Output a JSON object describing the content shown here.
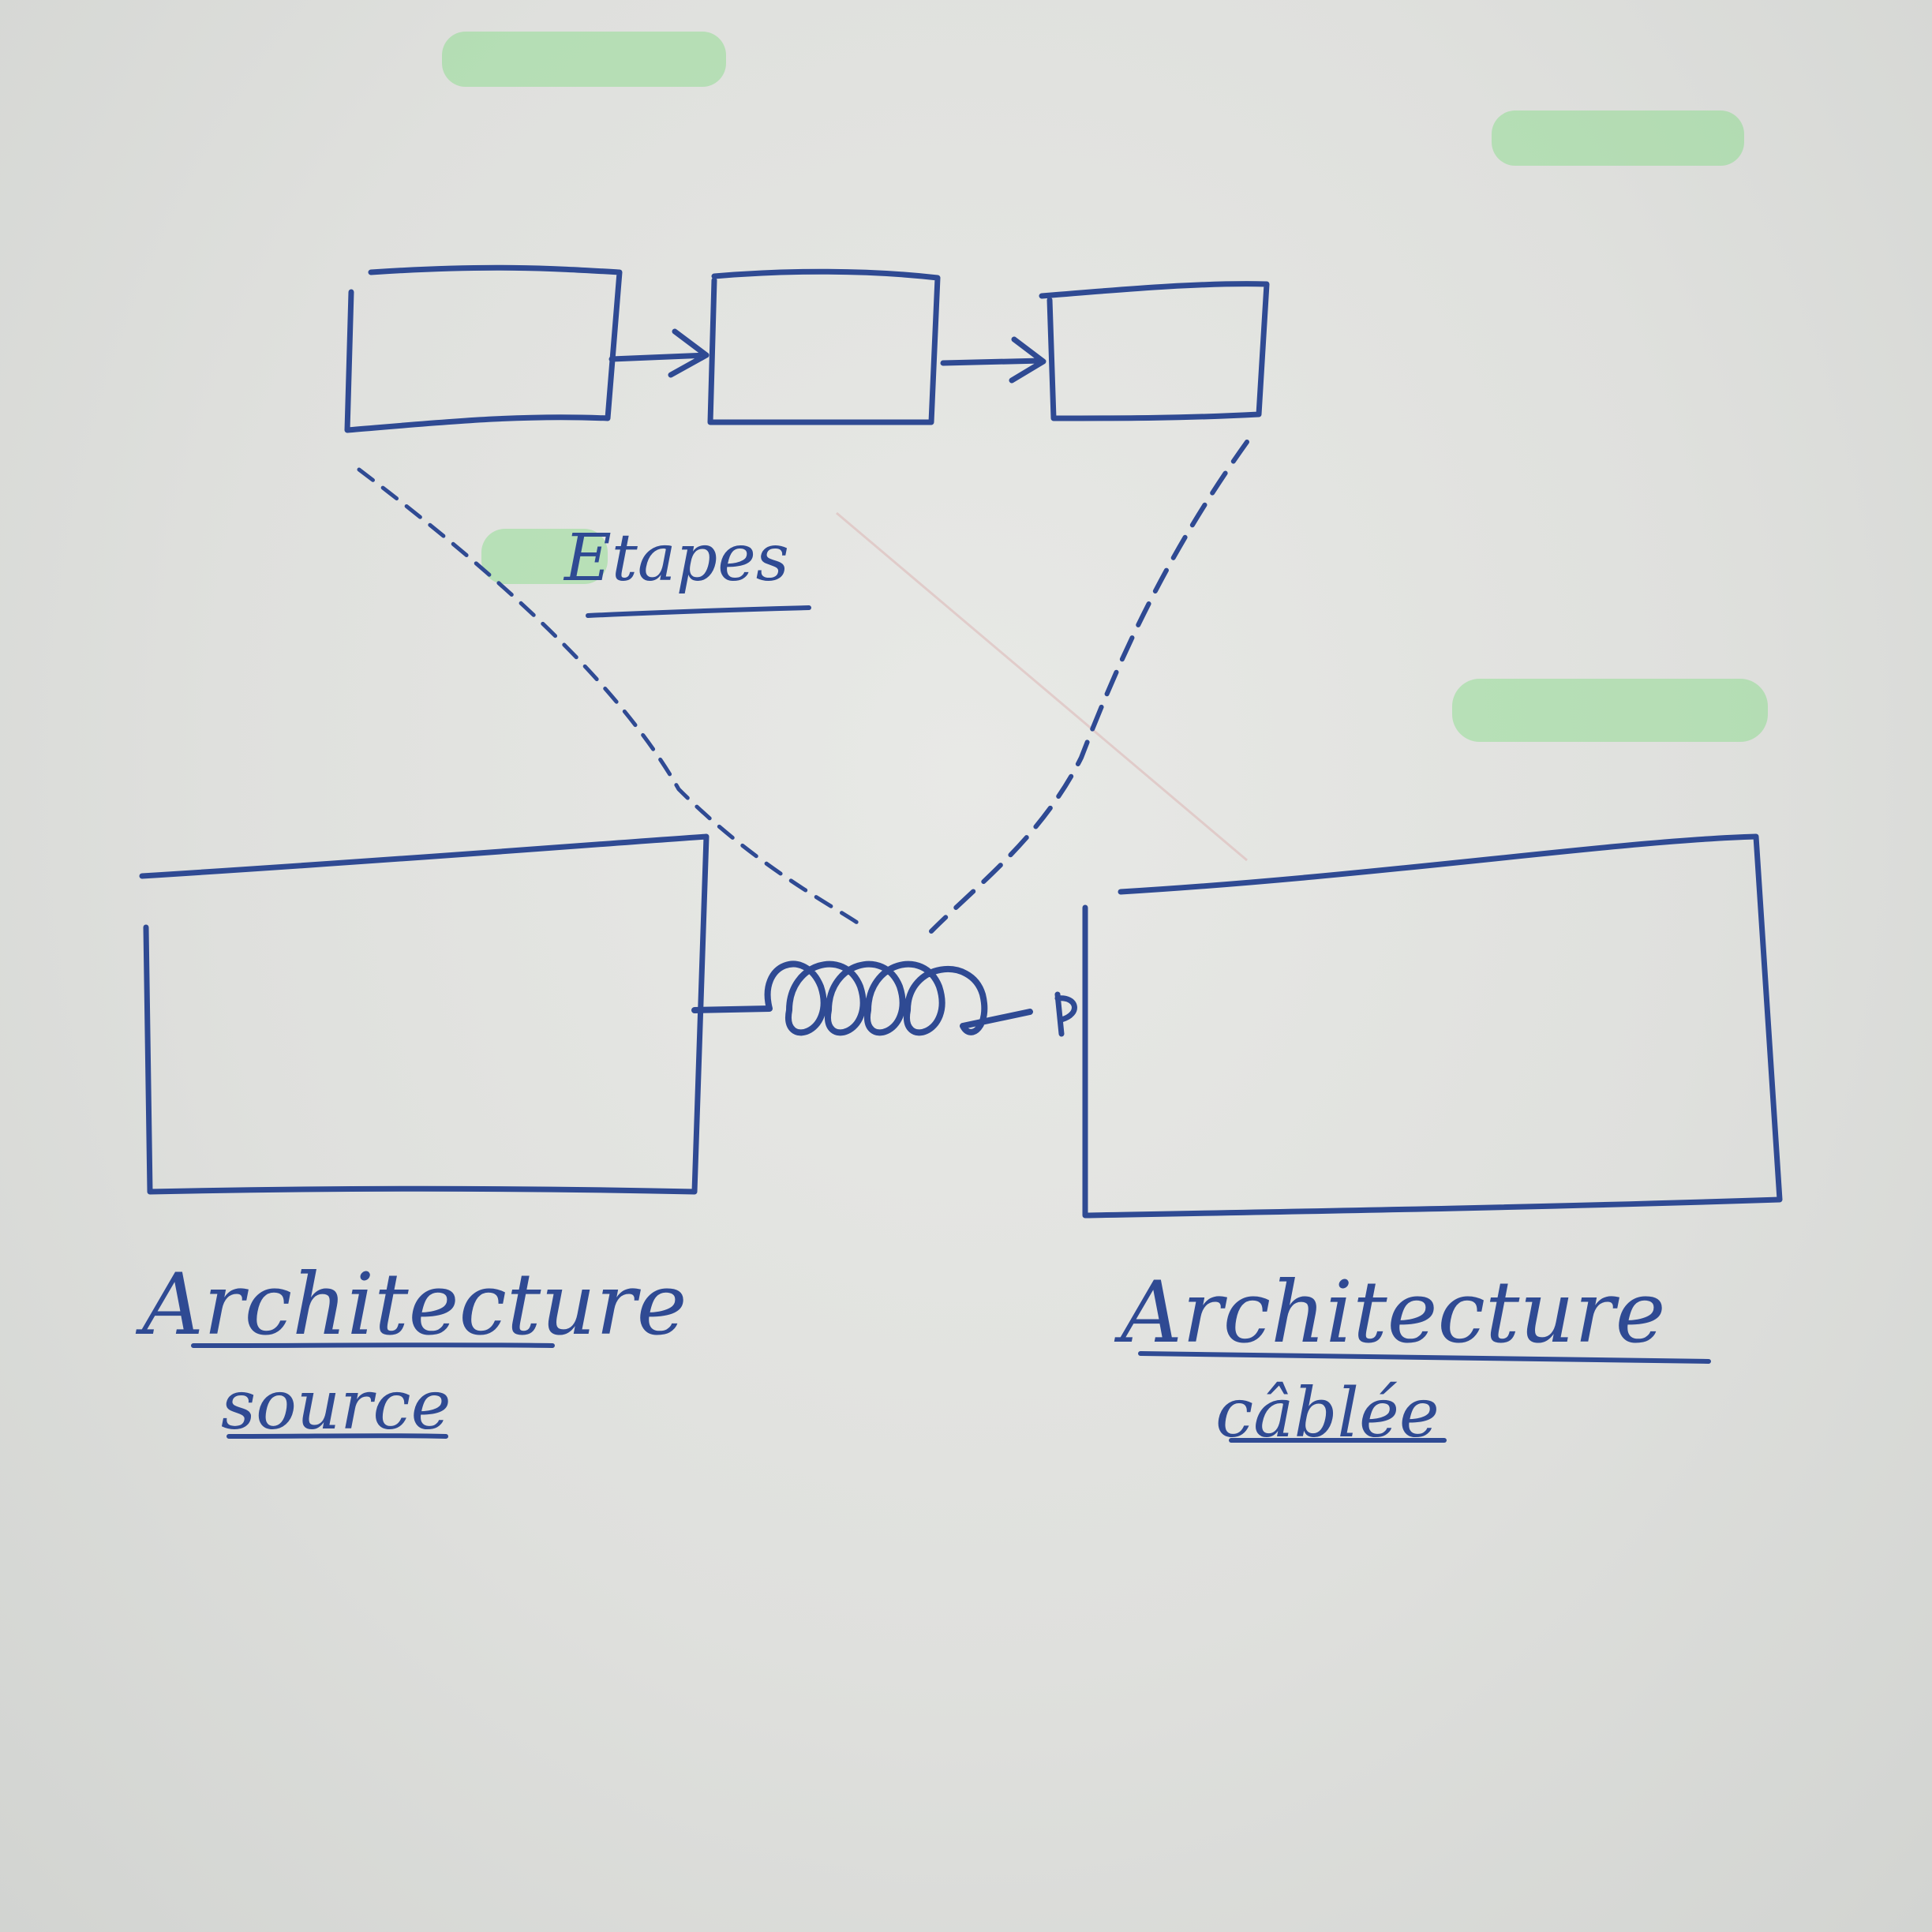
{
  "diagram": {
    "ink_color": "#2f4a93",
    "paper_color": "#e3e4e1",
    "steps_label": "Etapes",
    "steps": [
      {
        "id": "step-1"
      },
      {
        "id": "step-2"
      },
      {
        "id": "step-3"
      }
    ],
    "source_label_line1": "Architecture",
    "source_label_line2": "source",
    "wired_label_line1": "Architecture",
    "wired_label_line2": "câblée",
    "connector": "spring coil"
  }
}
